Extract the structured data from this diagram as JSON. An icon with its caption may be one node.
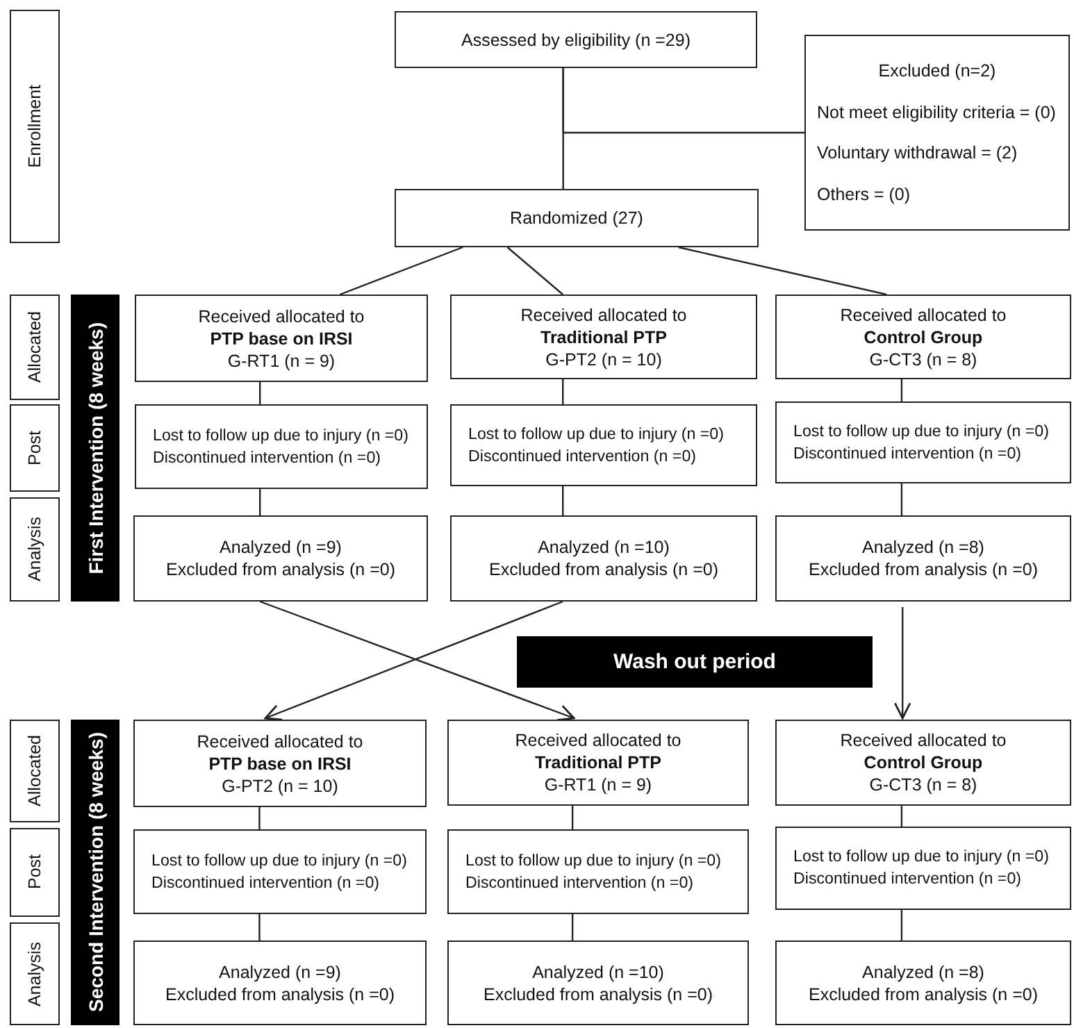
{
  "diagram": {
    "nodes": [
      {
        "text": [
          "Enrollment"
        ]
      },
      {
        "text": [
          "Assessed by eligibility (n =29)"
        ]
      },
      {
        "text": [
          "Excluded (n=2)",
          "Not meet eligibility criteria = (0)",
          "Voluntary withdrawal = (2)",
          "Others = (0)"
        ]
      },
      {
        "text": [
          "Randomized (27)"
        ]
      },
      {
        "text": [
          "Allocated"
        ]
      },
      {
        "text": [
          "First Intervention (8 weeks)"
        ]
      },
      {
        "text": [
          "Received allocated to",
          "PTP base on IRSI",
          "G-RT1 (n = 9)"
        ]
      },
      {
        "text": [
          "Received allocated to",
          "Traditional PTP",
          "G-PT2 (n = 10)"
        ]
      },
      {
        "text": [
          "Received allocated to",
          "Control Group",
          "G-CT3 (n = 8)"
        ]
      },
      {
        "text": [
          "Post"
        ]
      },
      {
        "text": [
          "Lost to follow up due to injury (n =0)",
          "Discontinued intervention (n =0)"
        ]
      },
      {
        "text": [
          "Lost to follow up due to injury (n =0)",
          "Discontinued intervention (n =0)"
        ]
      },
      {
        "text": [
          "Lost to follow up due to injury (n =0)",
          "Discontinued intervention (n =0)"
        ]
      },
      {
        "text": [
          "Analysis"
        ]
      },
      {
        "text": [
          "Analyzed (n =9)",
          "Excluded from analysis (n =0)"
        ]
      },
      {
        "text": [
          "Analyzed (n =10)",
          "Excluded from analysis (n =0)"
        ]
      },
      {
        "text": [
          "Analyzed (n =8)",
          "Excluded from analysis (n =0)"
        ]
      },
      {
        "text": [
          "Wash out period"
        ]
      },
      {
        "text": [
          "Allocated"
        ]
      },
      {
        "text": [
          "Second Intervention (8 weeks)"
        ]
      },
      {
        "text": [
          "Received allocated to",
          "PTP base on IRSI",
          "G-PT2 (n = 10)"
        ]
      },
      {
        "text": [
          "Received allocated to",
          "Traditional PTP",
          "G-RT1 (n = 9)"
        ]
      },
      {
        "text": [
          "Received allocated to",
          "Control Group",
          "G-CT3 (n = 8)"
        ]
      },
      {
        "text": [
          "Post"
        ]
      },
      {
        "text": [
          "Lost to follow up due to injury (n =0)",
          "Discontinued intervention (n =0)"
        ]
      },
      {
        "text": [
          "Lost to follow up due to injury (n =0)",
          "Discontinued intervention (n =0)"
        ]
      },
      {
        "text": [
          "Lost to follow up due to injury (n =0)",
          "Discontinued intervention (n =0)"
        ]
      },
      {
        "text": [
          "Analysis"
        ]
      },
      {
        "text": [
          "Analyzed (n =9)",
          "Excluded from analysis (n =0)"
        ]
      },
      {
        "text": [
          "Analyzed (n =10)",
          "Excluded from analysis (n =0)"
        ]
      },
      {
        "text": [
          "Analyzed (n =8)",
          "Excluded from analysis (n =0)"
        ]
      }
    ],
    "edges": [
      {
        "from": 1,
        "to": 3,
        "arrow": "none"
      },
      {
        "from": 1,
        "to": 2,
        "arrow": "none"
      },
      {
        "from": 3,
        "to": 6,
        "arrow": "none"
      },
      {
        "from": 3,
        "to": 7,
        "arrow": "none"
      },
      {
        "from": 3,
        "to": 8,
        "arrow": "none"
      },
      {
        "from": 6,
        "to": 10,
        "arrow": "none"
      },
      {
        "from": 10,
        "to": 14,
        "arrow": "none"
      },
      {
        "from": 7,
        "to": 11,
        "arrow": "none"
      },
      {
        "from": 11,
        "to": 15,
        "arrow": "none"
      },
      {
        "from": 8,
        "to": 12,
        "arrow": "none"
      },
      {
        "from": 12,
        "to": 16,
        "arrow": "none"
      },
      {
        "from": 14,
        "to": 21,
        "arrow": "to"
      },
      {
        "from": 15,
        "to": 20,
        "arrow": "to"
      },
      {
        "from": 16,
        "to": 22,
        "arrow": "to"
      },
      {
        "from": 20,
        "to": 24,
        "arrow": "none"
      },
      {
        "from": 24,
        "to": 28,
        "arrow": "none"
      },
      {
        "from": 21,
        "to": 25,
        "arrow": "none"
      },
      {
        "from": 25,
        "to": 29,
        "arrow": "none"
      },
      {
        "from": 22,
        "to": 26,
        "arrow": "none"
      },
      {
        "from": 26,
        "to": 30,
        "arrow": "none"
      }
    ]
  }
}
